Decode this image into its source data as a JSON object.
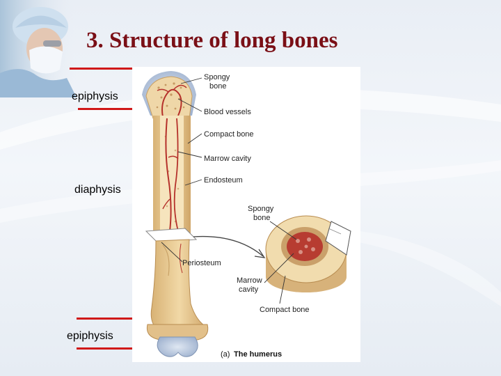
{
  "slide": {
    "title": "3. Structure of long bones"
  },
  "side_labels": {
    "top": "epiphysis",
    "middle": "diaphysis",
    "bottom": "epiphysis"
  },
  "diagram": {
    "labels": {
      "spongy_bone_top_1": "Spongy",
      "spongy_bone_top_2": "bone",
      "blood_vessels": "Blood vessels",
      "compact_bone_top": "Compact bone",
      "marrow_cavity_top": "Marrow cavity",
      "endosteum": "Endosteum",
      "spongy_bone_cs_1": "Spongy",
      "spongy_bone_cs_2": "bone",
      "periosteum": "Periosteum",
      "marrow_cavity_cs_1": "Marrow",
      "marrow_cavity_cs_2": "cavity",
      "compact_bone_cs": "Compact bone"
    },
    "caption_prefix": "(a)",
    "caption_text": "The humerus"
  },
  "colors": {
    "title": "#7a0f16",
    "accent_line": "#d01818",
    "bone": "#e9c98f",
    "bone_dark": "#c9a267",
    "vessel": "#b5312b",
    "cartilage": "#b9c7dd"
  }
}
